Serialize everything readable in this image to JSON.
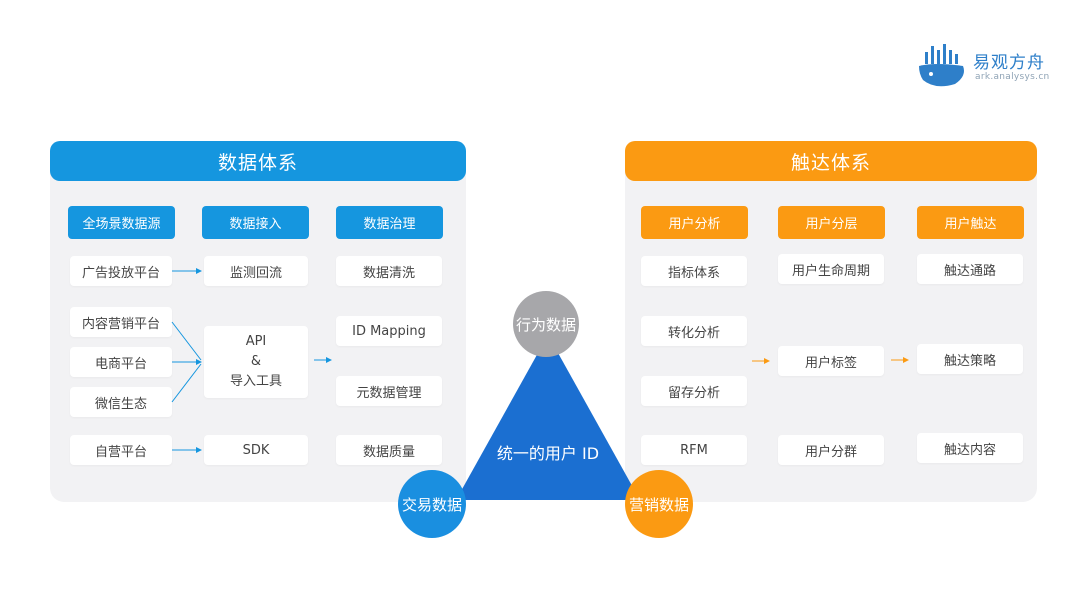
{
  "logo": {
    "name": "易观方舟",
    "url": "ark.analysys.cn"
  },
  "left_panel": {
    "title": "数据体系",
    "columns": [
      {
        "header": "全场景数据源"
      },
      {
        "header": "数据接入"
      },
      {
        "header": "数据治理"
      }
    ],
    "sources": [
      "广告投放平台",
      "内容营销平台",
      "电商平台",
      "微信生态",
      "自营平台"
    ],
    "access": [
      "监测回流",
      "API",
      "&",
      "导入工具",
      "SDK"
    ],
    "governance": [
      "数据清洗",
      "ID Mapping",
      "元数据管理",
      "数据质量"
    ]
  },
  "center": {
    "core": "统一的用户 ID",
    "top": "行为数据",
    "left": "交易数据",
    "right": "营销数据",
    "colors": {
      "triangle": "#1b6fd1",
      "top": "#a7a7aa",
      "left": "#1a8fe0",
      "right": "#fb9a12"
    }
  },
  "right_panel": {
    "title": "触达体系",
    "columns": [
      {
        "header": "用户分析"
      },
      {
        "header": "用户分层"
      },
      {
        "header": "用户触达"
      }
    ],
    "analysis": [
      "指标体系",
      "转化分析",
      "留存分析",
      "RFM"
    ],
    "layering": [
      "用户生命周期",
      "用户标签",
      "用户分群"
    ],
    "reach": [
      "触达通路",
      "触达策略",
      "触达内容"
    ]
  },
  "colors": {
    "blue": "#1596df",
    "orange": "#fb9a12",
    "panel_bg": "#f2f2f4"
  }
}
